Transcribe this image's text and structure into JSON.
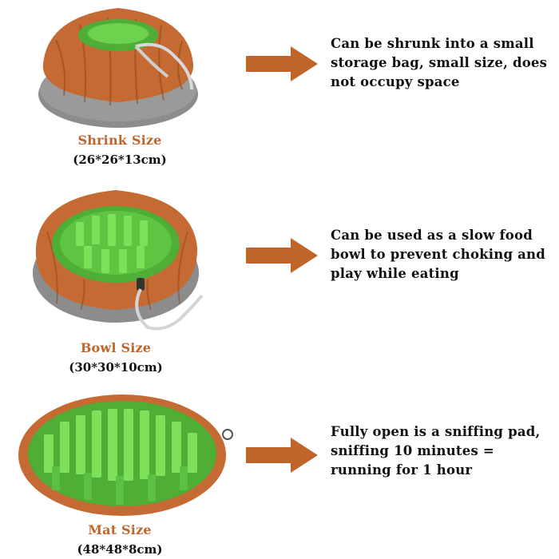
{
  "colors": {
    "accent": "#c0652a",
    "orange_fabric": "#c46a32",
    "green_felt": "#5cc142",
    "grey_base": "#8a8a8a"
  },
  "rows": [
    {
      "size_name": "Shrink Size",
      "dimensions": "(26*26*13cm)",
      "description": "Can be shrunk into a small storage bag, small size, does not occupy space"
    },
    {
      "size_name": "Bowl Size",
      "dimensions": "(30*30*10cm)",
      "description": "Can be used as a slow food bowl to prevent choking and play while eating"
    },
    {
      "size_name": "Mat Size",
      "dimensions": "(48*48*8cm)",
      "description": "Fully open is a sniffing pad, sniffing 10 minutes = running for 1 hour"
    }
  ]
}
